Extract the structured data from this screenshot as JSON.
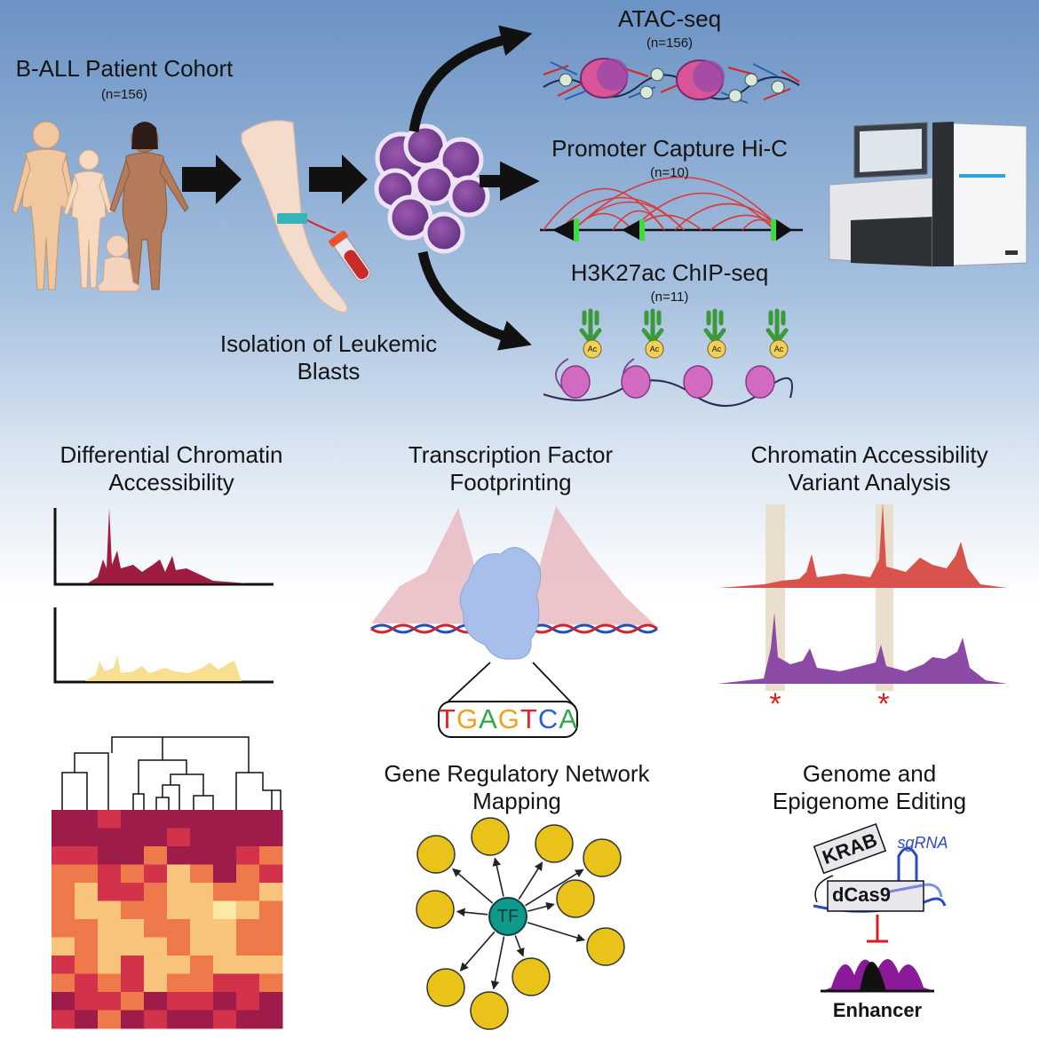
{
  "cohort": {
    "title": "B-ALL Patient Cohort",
    "n": "(n=156)"
  },
  "isolation": {
    "line1": "Isolation of Leukemic",
    "line2": "Blasts"
  },
  "assays": [
    {
      "title": "ATAC-seq",
      "n": "(n=156)"
    },
    {
      "title": "Promoter Capture Hi-C",
      "n": "(n=10)"
    },
    {
      "title": "H3K27ac ChIP-seq",
      "n": "(n=11)"
    }
  ],
  "acetyl_label": "Ac",
  "analyses": {
    "differential": {
      "line1": "Differential Chromatin",
      "line2": "Accessibility"
    },
    "footprinting": {
      "line1": "Transcription Factor",
      "line2": "Footprinting",
      "motif": "TGAGTCA"
    },
    "variant": {
      "line1": "Chromatin Accessibility",
      "line2": "Variant Analysis",
      "marker": "*"
    },
    "network": {
      "line1": "Gene Regulatory Network",
      "line2": "Mapping",
      "hub_label": "TF"
    },
    "editing": {
      "line1": "Genome and",
      "line2": "Epigenome Editing",
      "krab": "KRAB",
      "dcas9": "dCas9",
      "sgrna": "sgRNA",
      "enhancer": "Enhancer"
    }
  },
  "colors": {
    "accent_red": "#9e1c3f",
    "accent_yellow": "#f7df8f",
    "purple": "#7d4a9e",
    "network_node": "#e9c21a",
    "tf_node": "#119a8c",
    "hic_arc": "#d83a3a"
  },
  "heatmap": {
    "rows": 12,
    "cols": 10,
    "values": [
      [
        0.95,
        0.9,
        0.7,
        0.9,
        0.92,
        0.88,
        0.9,
        0.85,
        0.9,
        0.93
      ],
      [
        0.9,
        0.92,
        0.95,
        0.88,
        0.86,
        0.75,
        0.9,
        0.88,
        0.8,
        0.92
      ],
      [
        0.6,
        0.65,
        0.9,
        0.88,
        0.5,
        0.9,
        0.8,
        0.92,
        0.6,
        0.55
      ],
      [
        0.4,
        0.45,
        0.6,
        0.55,
        0.7,
        0.35,
        0.45,
        0.8,
        0.4,
        0.6
      ],
      [
        0.5,
        0.35,
        0.6,
        0.65,
        0.5,
        0.25,
        0.2,
        0.4,
        0.45,
        0.35
      ],
      [
        0.45,
        0.3,
        0.2,
        0.4,
        0.5,
        0.3,
        0.25,
        0.15,
        0.35,
        0.45
      ],
      [
        0.55,
        0.45,
        0.35,
        0.25,
        0.5,
        0.4,
        0.2,
        0.35,
        0.5,
        0.4
      ],
      [
        0.35,
        0.4,
        0.3,
        0.2,
        0.25,
        0.45,
        0.35,
        0.3,
        0.4,
        0.55
      ],
      [
        0.7,
        0.4,
        0.3,
        0.6,
        0.35,
        0.25,
        0.4,
        0.2,
        0.3,
        0.35
      ],
      [
        0.5,
        0.6,
        0.55,
        0.7,
        0.3,
        0.4,
        0.55,
        0.6,
        0.65,
        0.5
      ],
      [
        0.85,
        0.6,
        0.75,
        0.5,
        0.88,
        0.6,
        0.7,
        0.85,
        0.6,
        0.8
      ],
      [
        0.75,
        0.9,
        0.5,
        0.8,
        0.7,
        0.88,
        0.92,
        0.65,
        0.9,
        0.85
      ]
    ]
  }
}
